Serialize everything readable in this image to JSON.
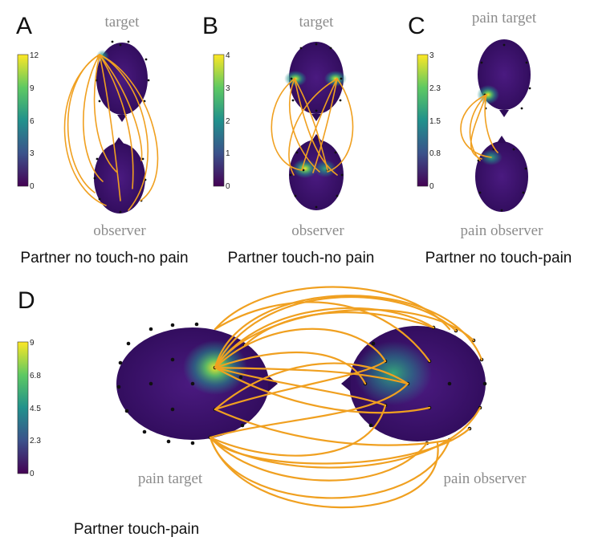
{
  "panels": [
    {
      "letter": "A",
      "caption": "Partner no touch-no pain",
      "top_label": "target",
      "bottom_label": "observer",
      "colorbar_ticks": [
        "12",
        "9",
        "6",
        "3",
        "0"
      ]
    },
    {
      "letter": "B",
      "caption": "Partner touch-no pain",
      "top_label": "target",
      "bottom_label": "observer",
      "colorbar_ticks": [
        "4",
        "3",
        "2",
        "1",
        "0"
      ]
    },
    {
      "letter": "C",
      "caption": "Partner no touch-pain",
      "top_label": "pain target",
      "bottom_label": "pain observer",
      "colorbar_ticks": [
        "3",
        "2.3",
        "1.5",
        "0.8",
        "0"
      ]
    },
    {
      "letter": "D",
      "caption": "Partner touch-pain",
      "left_label": "pain target",
      "right_label": "pain observer",
      "colorbar_ticks": [
        "9",
        "6.8",
        "4.5",
        "2.3",
        "0"
      ]
    }
  ],
  "colors": {
    "connection": "#f0a020",
    "scalp_base": "#3b0f6b",
    "hotspot_high": "#f5e627",
    "hotspot_mid": "#2fb3a0",
    "label_gray": "#8c8c8c"
  }
}
